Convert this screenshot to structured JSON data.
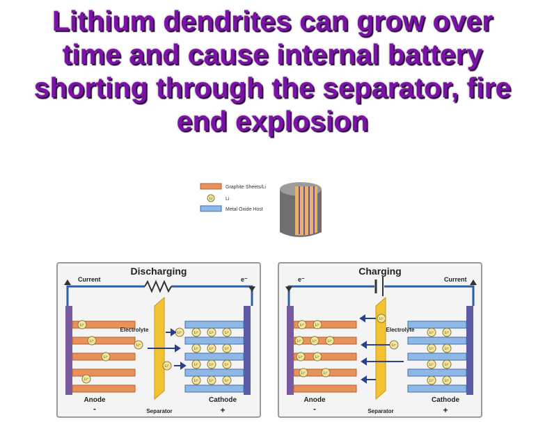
{
  "headline": {
    "lines": [
      "Lithium dendrites can grow over",
      "time and cause internal battery",
      "shorting through the separator, fire",
      "end explosion"
    ]
  },
  "legend": {
    "graphite": "Graphite Sheets/Li",
    "li": "Li",
    "metal_oxide": "Metal Oxide Host"
  },
  "ion_symbol": "Li⁺",
  "legend_ion_symbol": "Li",
  "discharging": {
    "title": "Discharging",
    "current": "Current",
    "electron": "e⁻",
    "electrolyte": "Electrolyte",
    "anode": "Anode",
    "anode_sign": "-",
    "separator": "Separator",
    "cathode": "Cathode",
    "cathode_sign": "+"
  },
  "charging": {
    "title": "Charging",
    "current": "Current",
    "electron": "e⁻",
    "electrolyte": "Electrolyte",
    "anode": "Anode",
    "anode_sign": "-",
    "separator": "Separator",
    "cathode": "Cathode",
    "cathode_sign": "+"
  },
  "colors": {
    "title": "#7b12a8",
    "anode": "#e9915a",
    "cathode": "#8fb8e6",
    "separator": "#f2c233",
    "ion": "#f3e6a1",
    "wire": "#2b5fa8"
  }
}
